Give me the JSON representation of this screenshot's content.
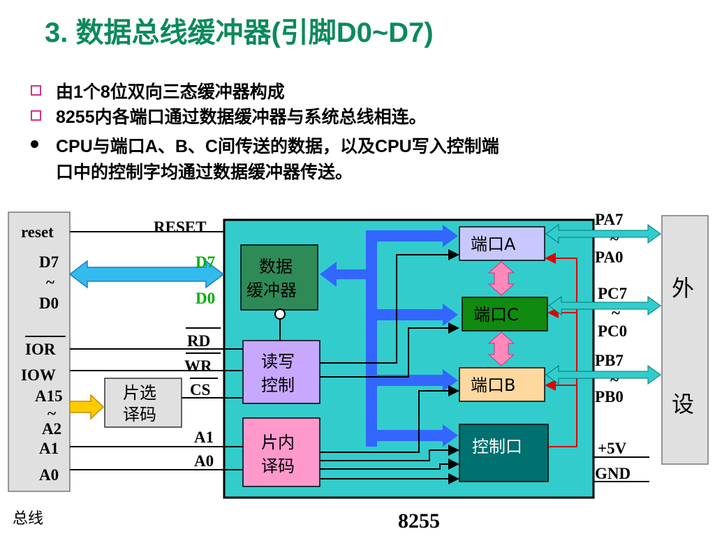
{
  "title": "3. 数据总线缓冲器(引脚D0~D7)",
  "bullets": [
    "由1个8位双向三态缓冲器构成",
    "8255内各端口通过数据缓冲器与系统总线相连。",
    "CPU与端口A、B、C间传送的数据，以及CPU写入控制端",
    "口中的控制字均通过数据缓冲器传送。"
  ],
  "diagram": {
    "bus_labels": {
      "reset": "reset",
      "d7": "D7",
      "tilde1": "~",
      "d0": "D0",
      "ior": "IOR",
      "iow": "IOW",
      "a15": "A15",
      "tilde2": "~",
      "a2": "A2",
      "a1": "A1",
      "a0": "A0",
      "bus": "总线"
    },
    "chip_select_box": [
      "片选",
      "译码"
    ],
    "pin_labels": {
      "reset": "RESET",
      "d7": "D7",
      "d0": "D0",
      "rd": "RD",
      "wr": "WR",
      "cs": "CS",
      "a1": "A1",
      "a0": "A0"
    },
    "inner_blocks": {
      "data_buffer": [
        "数据",
        "缓冲器"
      ],
      "rw_control": [
        "读写",
        "控制"
      ],
      "internal_decoder": [
        "片内",
        "译码"
      ],
      "port_a": "端口A",
      "port_c": "端口C",
      "port_b": "端口B",
      "control_port": "控制口"
    },
    "right_labels": {
      "pa7": "PA7",
      "tilde_a": "~",
      "pa0": "PA0",
      "pc7": "PC7",
      "tilde_c": "~",
      "pc0": "PC0",
      "pb7": "PB7",
      "tilde_b": "~",
      "pb0": "PB0",
      "vcc": "+5V",
      "gnd": "GND"
    },
    "peripheral": [
      "外",
      "设"
    ],
    "chip_name": "8255"
  },
  "colors": {
    "title": "#0b8a5a",
    "chip_body": "#33cccc",
    "bus_bar": "#e0e0e0",
    "data_buffer": "#2e8b57",
    "port_a": "#c8c8ff",
    "port_c": "#108a10",
    "port_b": "#ffd8a0",
    "control_port": "#007070",
    "rw_control": "#c8a8ff",
    "internal_decoder": "#ff99cc",
    "internal_bus": "#3366ff",
    "pin_green": "#00b000"
  }
}
